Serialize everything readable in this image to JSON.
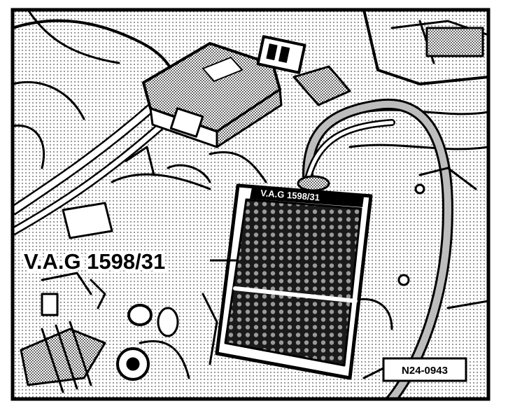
{
  "figure": {
    "callout_label": "V.A.G 1598/31",
    "box_brand_text": "V.A.G 1598/31",
    "figure_id": "N24-0943"
  },
  "colors": {
    "ink": "#000000",
    "paper": "#ffffff",
    "halftone": "#8c8c8c"
  }
}
